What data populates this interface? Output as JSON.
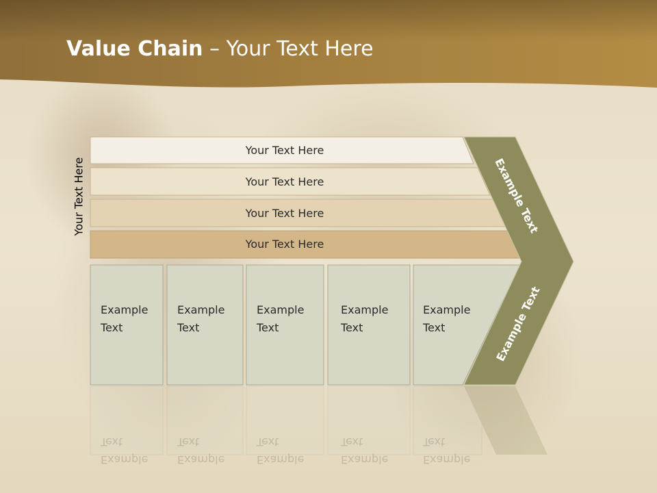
{
  "title": {
    "bold": "Value Chain",
    "rest": " – Your Text Here"
  },
  "side_label": "Your Text Here",
  "rows": [
    {
      "label": "Your Text Here"
    },
    {
      "label": "Your Text Here"
    },
    {
      "label": "Your Text Here"
    },
    {
      "label": "Your Text Here"
    }
  ],
  "cells": [
    {
      "label": "Example\nText"
    },
    {
      "label": "Example\nText"
    },
    {
      "label": "Example\nText"
    },
    {
      "label": "Example\nText"
    },
    {
      "label": "Example\nText"
    }
  ],
  "chevron": {
    "top_label": "Example Text",
    "bottom_label": "Example Text"
  },
  "colors": {
    "header": "#a67d3a",
    "row1": "#f4efe4",
    "row2": "#ede2cc",
    "row3": "#e3d3b2",
    "row4": "#d4b789",
    "cell": "#d6d7c5",
    "chevron": "#8e8b5c"
  }
}
